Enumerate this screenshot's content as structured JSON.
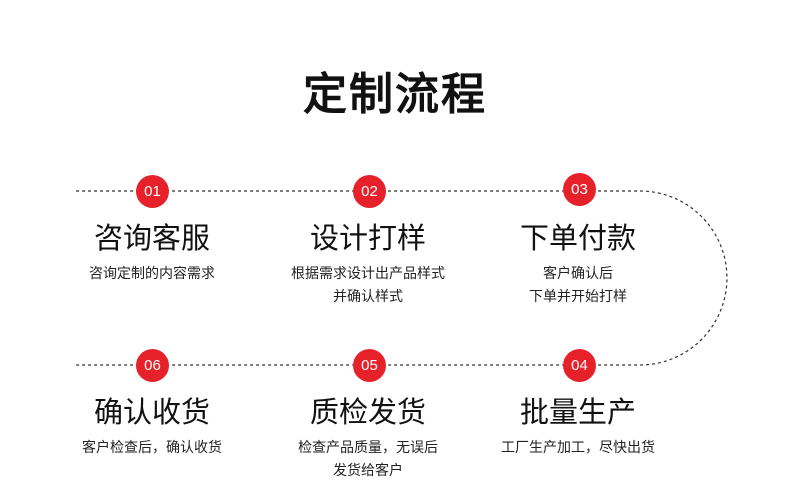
{
  "title": "定制流程",
  "steps": [
    {
      "number": "01",
      "title": "咨询客服",
      "desc": [
        "咨询定制的内容需求"
      ]
    },
    {
      "number": "02",
      "title": "设计打样",
      "desc": [
        "根据需求设计出产品样式",
        "并确认样式"
      ]
    },
    {
      "number": "03",
      "title": "下单付款",
      "desc": [
        "客户确认后",
        "下单并开始打样"
      ]
    },
    {
      "number": "04",
      "title": "批量生产",
      "desc": [
        "工厂生产加工，尽快出货"
      ]
    },
    {
      "number": "05",
      "title": "质检发货",
      "desc": [
        "检查产品质量，无误后",
        "发货给客户"
      ]
    },
    {
      "number": "06",
      "title": "确认收货",
      "desc": [
        "客户检查后，确认收货"
      ]
    }
  ],
  "colors": {
    "accent": "#e6212a",
    "line": "#333333"
  }
}
